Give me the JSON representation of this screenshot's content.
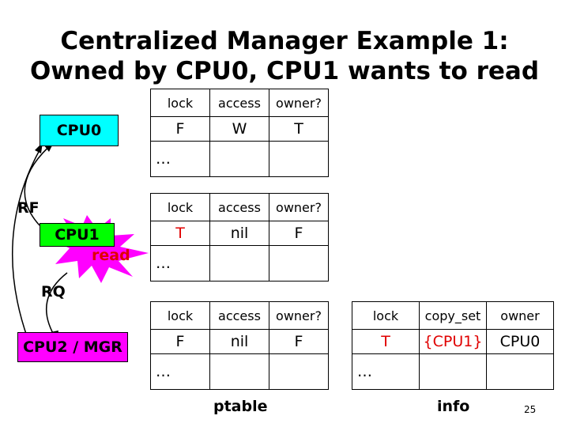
{
  "title": {
    "line1": "Centralized Manager Example 1:",
    "line2": "Owned by CPU0, CPU1 wants to read"
  },
  "nodes": {
    "cpu0": "CPU0",
    "cpu1": "CPU1",
    "mgr": "CPU2 / MGR",
    "read": "read",
    "rf": "RF",
    "rq": "RQ"
  },
  "tables": {
    "headers": {
      "lock": "lock",
      "access": "access",
      "owner": "owner?"
    },
    "cpu0": {
      "lock": "F",
      "access": "W",
      "owner": "T"
    },
    "cpu1": {
      "lock": "T",
      "access": "nil",
      "owner": "F"
    },
    "mgr": {
      "lock": "F",
      "access": "nil",
      "owner": "F"
    },
    "dots": "…",
    "info_headers": {
      "lock": "lock",
      "copy_set": "copy_set",
      "owner": "owner"
    },
    "info": {
      "lock": "T",
      "copy_set": "{CPU1}",
      "owner": "CPU0"
    }
  },
  "footer": {
    "ptable": "ptable",
    "info": "info",
    "page": "25"
  },
  "colors": {
    "cpu0": "#00ffff",
    "cpu1": "#00ff00",
    "mgr": "#ff00ff",
    "starburst": "#ff00ff",
    "red": "#e00000"
  }
}
